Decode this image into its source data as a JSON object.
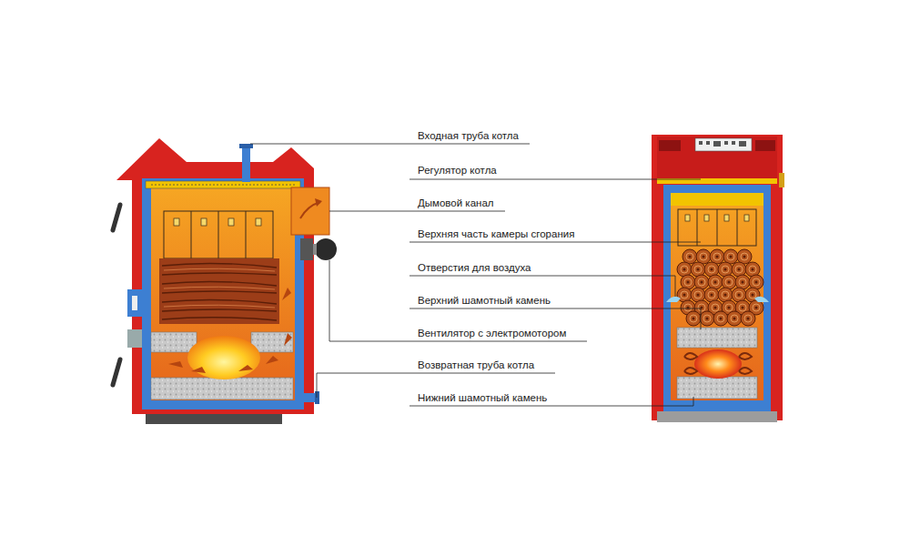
{
  "diagram": {
    "labels": [
      "Входная труба котла",
      "Регулятор котла",
      "Дымовой канал",
      "Верхняя часть камеры сгорания",
      "Отверстия для воздуха",
      "Верхний шамотный камень",
      "Вентилятор с электромотором",
      "Возвратная труба котла",
      "Нижний шамотный камень"
    ]
  }
}
